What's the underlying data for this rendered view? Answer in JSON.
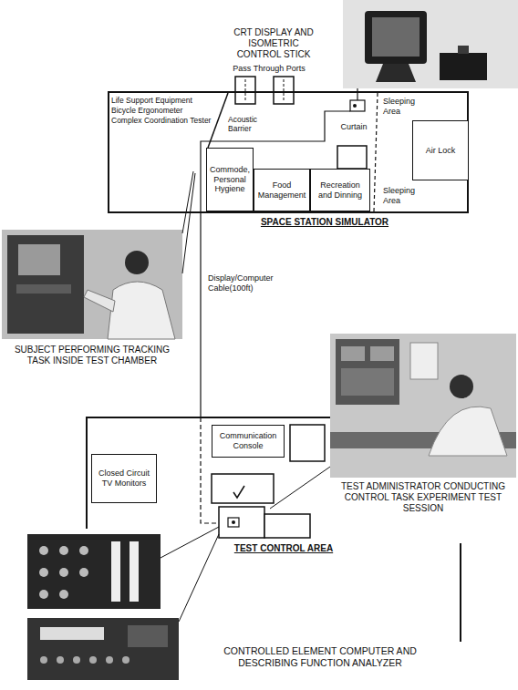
{
  "diagram": {
    "nodes": [
      {
        "text": [
          "SPACE STATION SIMULATOR"
        ]
      },
      {
        "text": [
          "Commode, Personal Hygiene"
        ],
        "in": 0
      },
      {
        "text": [
          "Food Management"
        ],
        "in": 0
      },
      {
        "text": [
          "Recreation and Dinning"
        ],
        "in": 0
      },
      {
        "text": [
          "Air Lock"
        ],
        "in": 0
      },
      {
        "text": [
          "Communication Console"
        ]
      },
      {
        "text": [
          "Closed Circuit TV Monitors"
        ]
      }
    ],
    "labels": [
      "CRT DISPLAY AND ISOMETRIC CONTROL STICK",
      "Pass Through Ports",
      "Life Support Equipment",
      "Bicycle Ergonometer",
      "Complex Coordination Tester",
      "Acoustic Barrier",
      "Curtain",
      "Sleeping Area",
      "Sleeping Area",
      "SUBJECT PERFORMING TRACKING TASK INSIDE TEST CHAMBER",
      "Display/Computer Cable(100ft)",
      "TEST ADMINISTRATOR CONDUCTING CONTROL TASK EXPERIMENT TEST SESSION",
      "TEST CONTROL AREA",
      "CONTROLLED ELEMENT COMPUTER AND DESCRIBING FUNCTION ANALYZER"
    ]
  }
}
